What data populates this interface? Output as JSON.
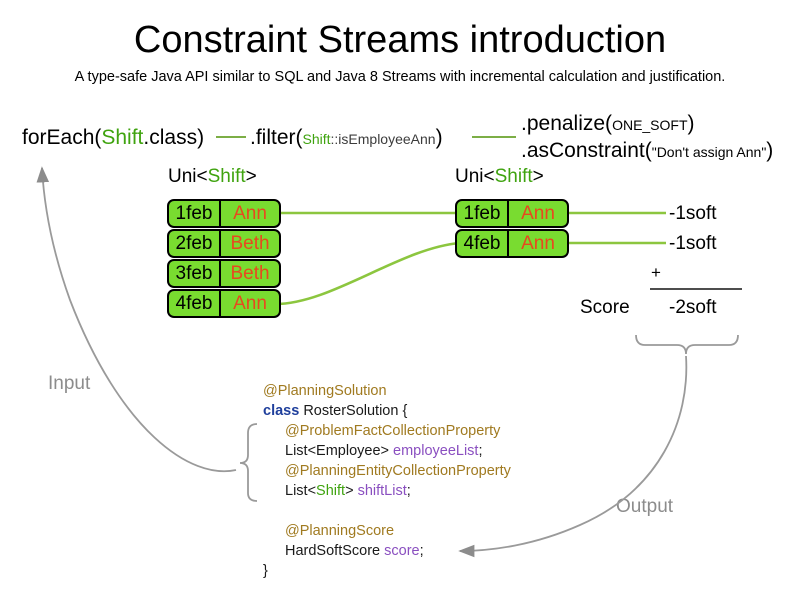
{
  "header": {
    "title": "Constraint Streams introduction",
    "subtitle": "A type-safe Java API similar to SQL and Java 8 Streams with incremental calculation and justification."
  },
  "pipeline": {
    "foreach": {
      "prefix": "forEach(",
      "type": "Shift",
      "suffix": ".class)"
    },
    "filter": {
      "prefix": ".filter(",
      "type": "Shift",
      "method": "::isEmployeeAnn",
      "suffix": ")"
    },
    "penalize": {
      "prefix": ".penalize(",
      "arg": "ONE_SOFT",
      "suffix": ")"
    },
    "as_constraint": {
      "prefix": ".asConstraint(",
      "arg": "\"Don't assign Ann\"",
      "suffix": ")"
    },
    "stream_type_left": {
      "prefix": "Uni<",
      "type": "Shift",
      "suffix": ">"
    },
    "stream_type_right": {
      "prefix": "Uni<",
      "type": "Shift",
      "suffix": ">"
    }
  },
  "shifts_input": [
    {
      "date": "1feb",
      "employee": "Ann"
    },
    {
      "date": "2feb",
      "employee": "Beth"
    },
    {
      "date": "3feb",
      "employee": "Beth"
    },
    {
      "date": "4feb",
      "employee": "Ann"
    }
  ],
  "shifts_filtered": [
    {
      "date": "1feb",
      "employee": "Ann"
    },
    {
      "date": "4feb",
      "employee": "Ann"
    }
  ],
  "scores": {
    "penalties": [
      "-1soft",
      "-1soft"
    ],
    "operator": "+",
    "score_label": "Score",
    "total": "-2soft"
  },
  "annotations": {
    "input": "Input",
    "output": "Output"
  },
  "code": {
    "lines": [
      {
        "indent": 0,
        "parts": [
          {
            "text": "@PlanningSolution",
            "style": "anno"
          }
        ]
      },
      {
        "indent": 0,
        "parts": [
          {
            "text": "class",
            "style": "kw"
          },
          {
            "text": " RosterSolution {",
            "style": "plain"
          }
        ]
      },
      {
        "indent": 1,
        "parts": [
          {
            "text": "@ProblemFactCollectionProperty",
            "style": "anno"
          }
        ]
      },
      {
        "indent": 1,
        "parts": [
          {
            "text": "List<Employee> ",
            "style": "plain"
          },
          {
            "text": "employeeList",
            "style": "field"
          },
          {
            "text": ";",
            "style": "plain"
          }
        ]
      },
      {
        "indent": 1,
        "parts": [
          {
            "text": "@PlanningEntityCollectionProperty",
            "style": "anno"
          }
        ]
      },
      {
        "indent": 1,
        "parts": [
          {
            "text": "List<",
            "style": "plain"
          },
          {
            "text": "Shift",
            "style": "type-green"
          },
          {
            "text": "> ",
            "style": "plain"
          },
          {
            "text": "shiftList",
            "style": "field"
          },
          {
            "text": ";",
            "style": "plain"
          }
        ]
      },
      {
        "indent": 0,
        "parts": [
          {
            "text": " ",
            "style": "plain"
          }
        ]
      },
      {
        "indent": 1,
        "parts": [
          {
            "text": "@PlanningScore",
            "style": "anno"
          }
        ]
      },
      {
        "indent": 1,
        "parts": [
          {
            "text": "HardSoftScore ",
            "style": "plain"
          },
          {
            "text": "score",
            "style": "field"
          },
          {
            "text": ";",
            "style": "plain"
          }
        ]
      },
      {
        "indent": 0,
        "parts": [
          {
            "text": "}",
            "style": "plain"
          }
        ]
      }
    ]
  },
  "colors": {
    "shift_box_fill": "#79dc30",
    "shift_box_border": "#000000",
    "employee_text": "#e8491f",
    "connector_line": "#8cc63f",
    "arrow_gray": "#8c8c8c",
    "annotation_gold": "#a07a20",
    "keyword_blue": "#1f3f9c",
    "field_purple": "#8a4fc0",
    "type_green": "#3fa30f"
  }
}
